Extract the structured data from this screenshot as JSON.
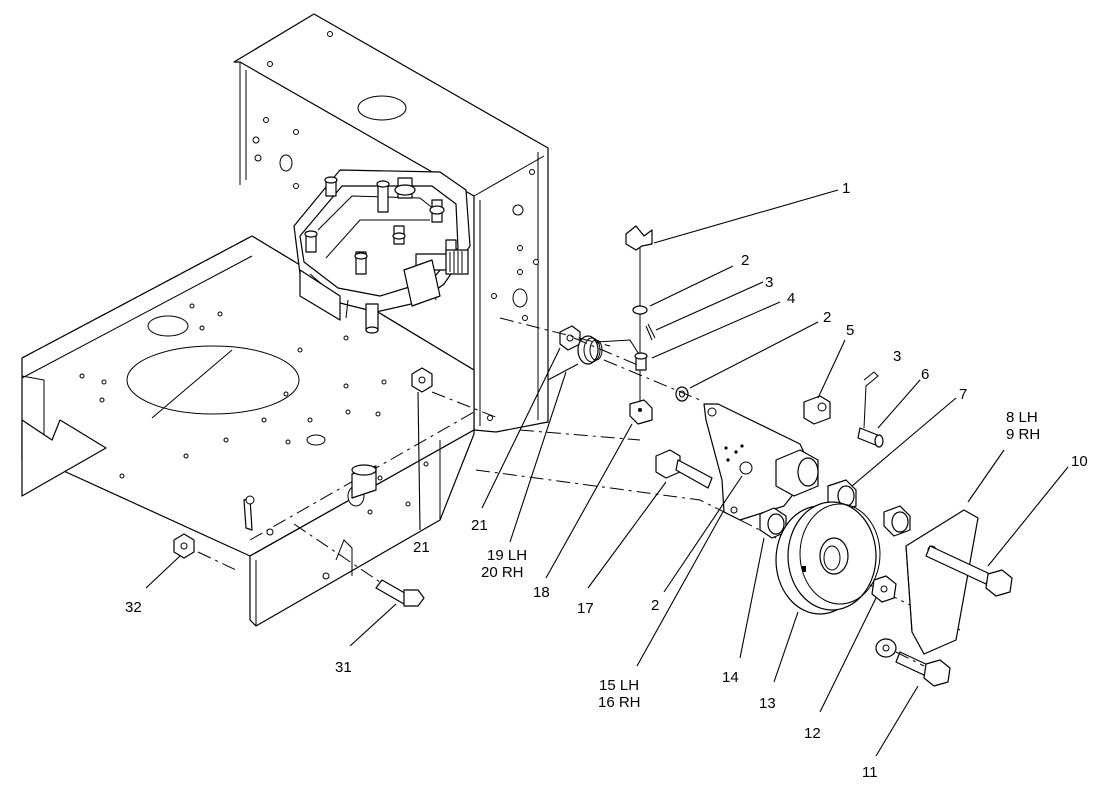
{
  "callouts": {
    "c1": "1",
    "c2a": "2",
    "c3a": "3",
    "c4": "4",
    "c2b": "2",
    "c5": "5",
    "c3b": "3",
    "c6": "6",
    "c7": "7",
    "c8": "8 LH",
    "c9": "9 RH",
    "c10": "10",
    "c21a": "21",
    "c21b": "21",
    "c19": "19 LH",
    "c20": "20 RH",
    "c18": "18",
    "c17": "17",
    "c2c": "2",
    "c15": "15 LH",
    "c16": "16 RH",
    "c14": "14",
    "c13": "13",
    "c12": "12",
    "c11": "11",
    "c31": "31",
    "c32": "32"
  }
}
